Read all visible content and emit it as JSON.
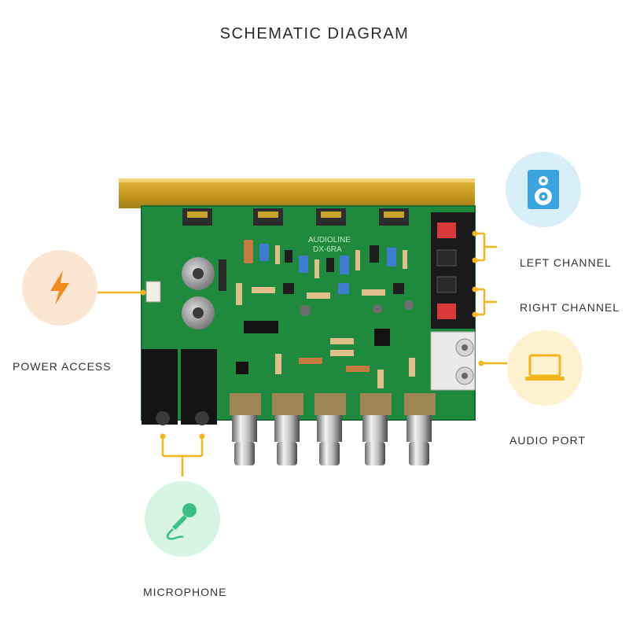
{
  "title": "SCHEMATIC DIAGRAM",
  "labels": {
    "power": "POWER ACCESS",
    "left": "LEFT CHANNEL",
    "right": "RIGHT CHANNEL",
    "audio": "AUDIO PORT",
    "mic": "MICROPHONE"
  },
  "board_text": {
    "brand": "AUDIOLINE",
    "model": "DX-6RA"
  },
  "icons": [
    "lightning-icon",
    "speaker-icon",
    "laptop-icon",
    "microphone-icon"
  ],
  "colors": {
    "connector_line": "#f2b51b",
    "power_icon": "#f08a1c",
    "speaker_icon": "#3aa4e0",
    "laptop_icon": "#f2b51b",
    "mic_icon": "#3bbf88",
    "pcb": "#1f8a3e",
    "heatsink": "#c9a22a"
  }
}
